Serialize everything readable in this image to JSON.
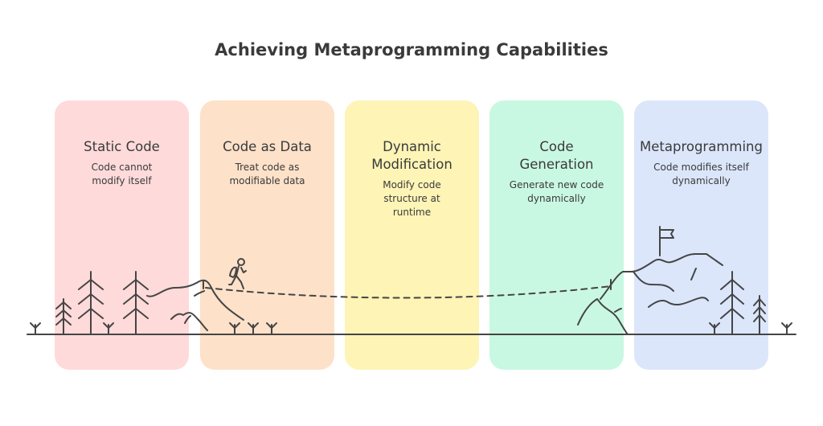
{
  "title": "Achieving Metaprogramming Capabilities",
  "stages": [
    {
      "title": "Static Code",
      "description": "Code cannot modify itself",
      "color": "#ffdada"
    },
    {
      "title": "Code as Data",
      "description": "Treat code as modifiable data",
      "color": "#fde1c9"
    },
    {
      "title": "Dynamic Modification",
      "description": "Modify code structure at runtime",
      "color": "#fdf4b6"
    },
    {
      "title": "Code Generation",
      "description": "Generate new code dynamically",
      "color": "#c9f8e2"
    },
    {
      "title": "Metaprogramming",
      "description": "Code modifies itself dynamically",
      "color": "#dbe6fb"
    }
  ]
}
